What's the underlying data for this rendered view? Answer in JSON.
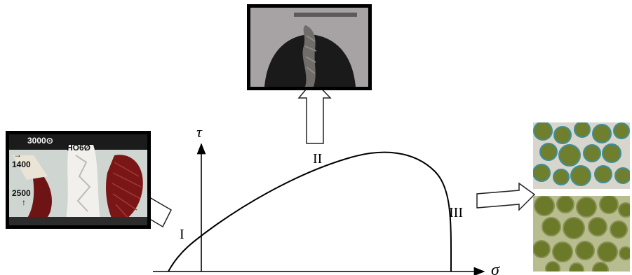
{
  "axes": {
    "y_label": "τ",
    "x_label": "σ"
  },
  "regions": [
    {
      "id": "I",
      "label": "I"
    },
    {
      "id": "II",
      "label": "II"
    },
    {
      "id": "III",
      "label": "III"
    }
  ],
  "photos": {
    "left": {
      "description_icon": "fractured-specimen-photo",
      "lines": {
        "top_left": "3000⊙",
        "specimen_id": "HO6Ø",
        "arrow_right": "→",
        "value_1400": "1400",
        "value_2500": "2500",
        "arrow_up": "↑"
      }
    },
    "top": {
      "description_icon": "shear-fracture-photo"
    },
    "right_top": {
      "description_icon": "grain-microstructure-photo"
    },
    "right_bottom": {
      "description_icon": "grain-microstructure-photo"
    }
  },
  "colors": {
    "curve": "#000000",
    "arrow_fill": "#ffffff",
    "arrow_stroke": "#222222"
  }
}
